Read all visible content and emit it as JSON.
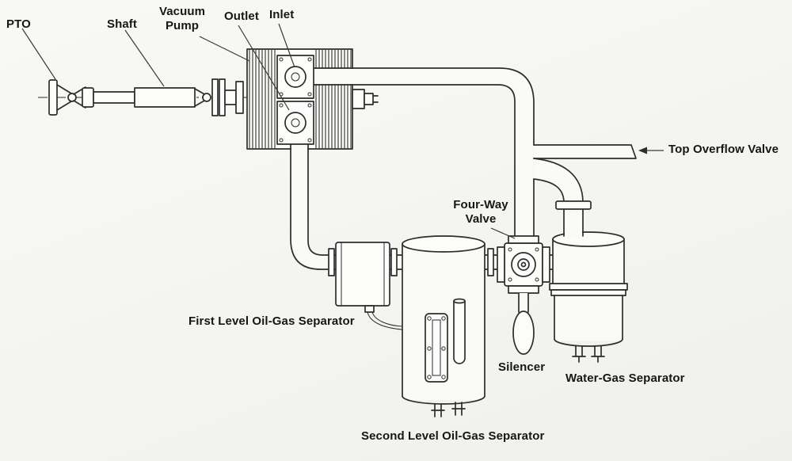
{
  "meta": {
    "background_color": "#f4f4f1",
    "line_color": "#2d2d2d",
    "text_color": "#161616",
    "diagram_subject": "Vacuum pump piping system diagram"
  },
  "labels": {
    "pto": "PTO",
    "shaft": "Shaft",
    "vacuum_pump_line1": "Vacuum",
    "vacuum_pump_line2": "Pump",
    "outlet": "Outlet",
    "inlet": "Inlet",
    "top_overflow_valve": "Top Overflow Valve",
    "four_way_valve_line1": "Four-Way",
    "four_way_valve_line2": "Valve",
    "first_level_separator": "First Level Oil-Gas Separator",
    "silencer": "Silencer",
    "water_gas_separator": "Water-Gas Separator",
    "second_level_separator": "Second Level Oil-Gas Separator"
  }
}
